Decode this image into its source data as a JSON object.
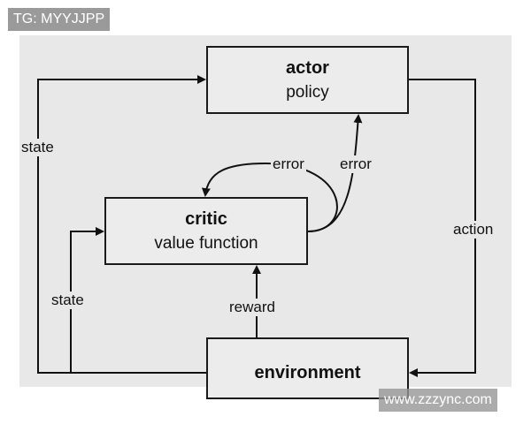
{
  "watermarks": {
    "top": "TG: MYYJJPP",
    "bottom": "www.zzzync.com"
  },
  "nodes": {
    "actor": {
      "title": "actor",
      "subtitle": "policy"
    },
    "critic": {
      "title": "critic",
      "subtitle": "value function"
    },
    "environment": {
      "title": "environment"
    }
  },
  "edges": {
    "state_outer": "state",
    "state_inner": "state",
    "action": "action",
    "reward": "reward",
    "error_left": "error",
    "error_right": "error"
  }
}
